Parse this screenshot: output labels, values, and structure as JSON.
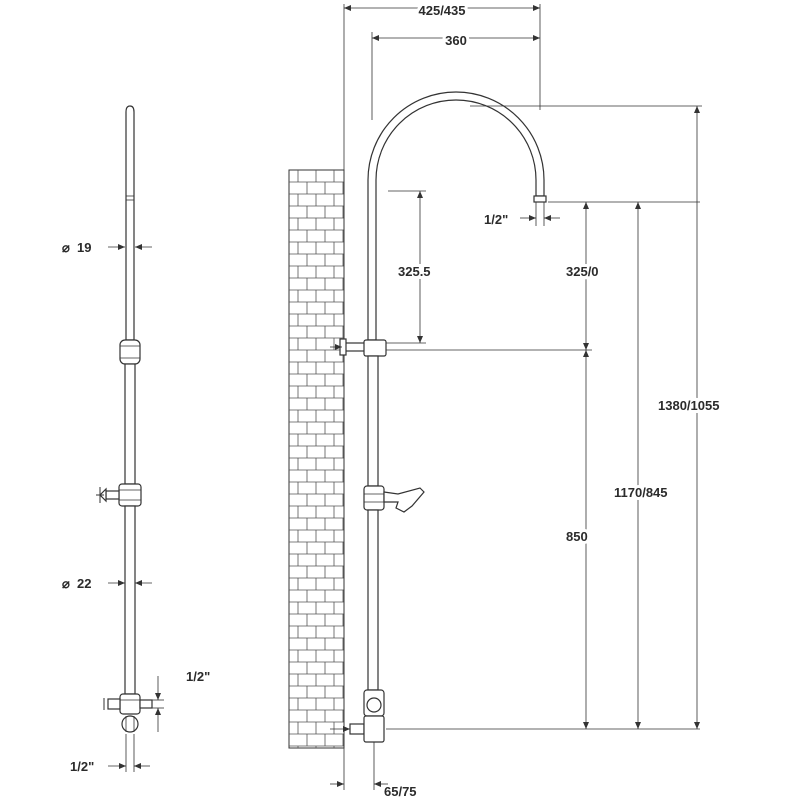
{
  "side_view": {
    "diameter_upper": "19",
    "diameter_lower": "22",
    "connection_side": "1/2\"",
    "connection_bottom": "1/2\""
  },
  "front_view": {
    "width_total": "425/435",
    "width_arm": "360",
    "outlet": "1/2\"",
    "height_arm_left": "325.5",
    "height_arm_right": "325/0",
    "height_total": "1380/1055",
    "height_outlet": "1170/845",
    "height_lower": "850",
    "wall_offset": "65/75"
  },
  "symbols": {
    "diameter": "⌀"
  },
  "colors": {
    "line": "#333333",
    "background": "#ffffff"
  }
}
